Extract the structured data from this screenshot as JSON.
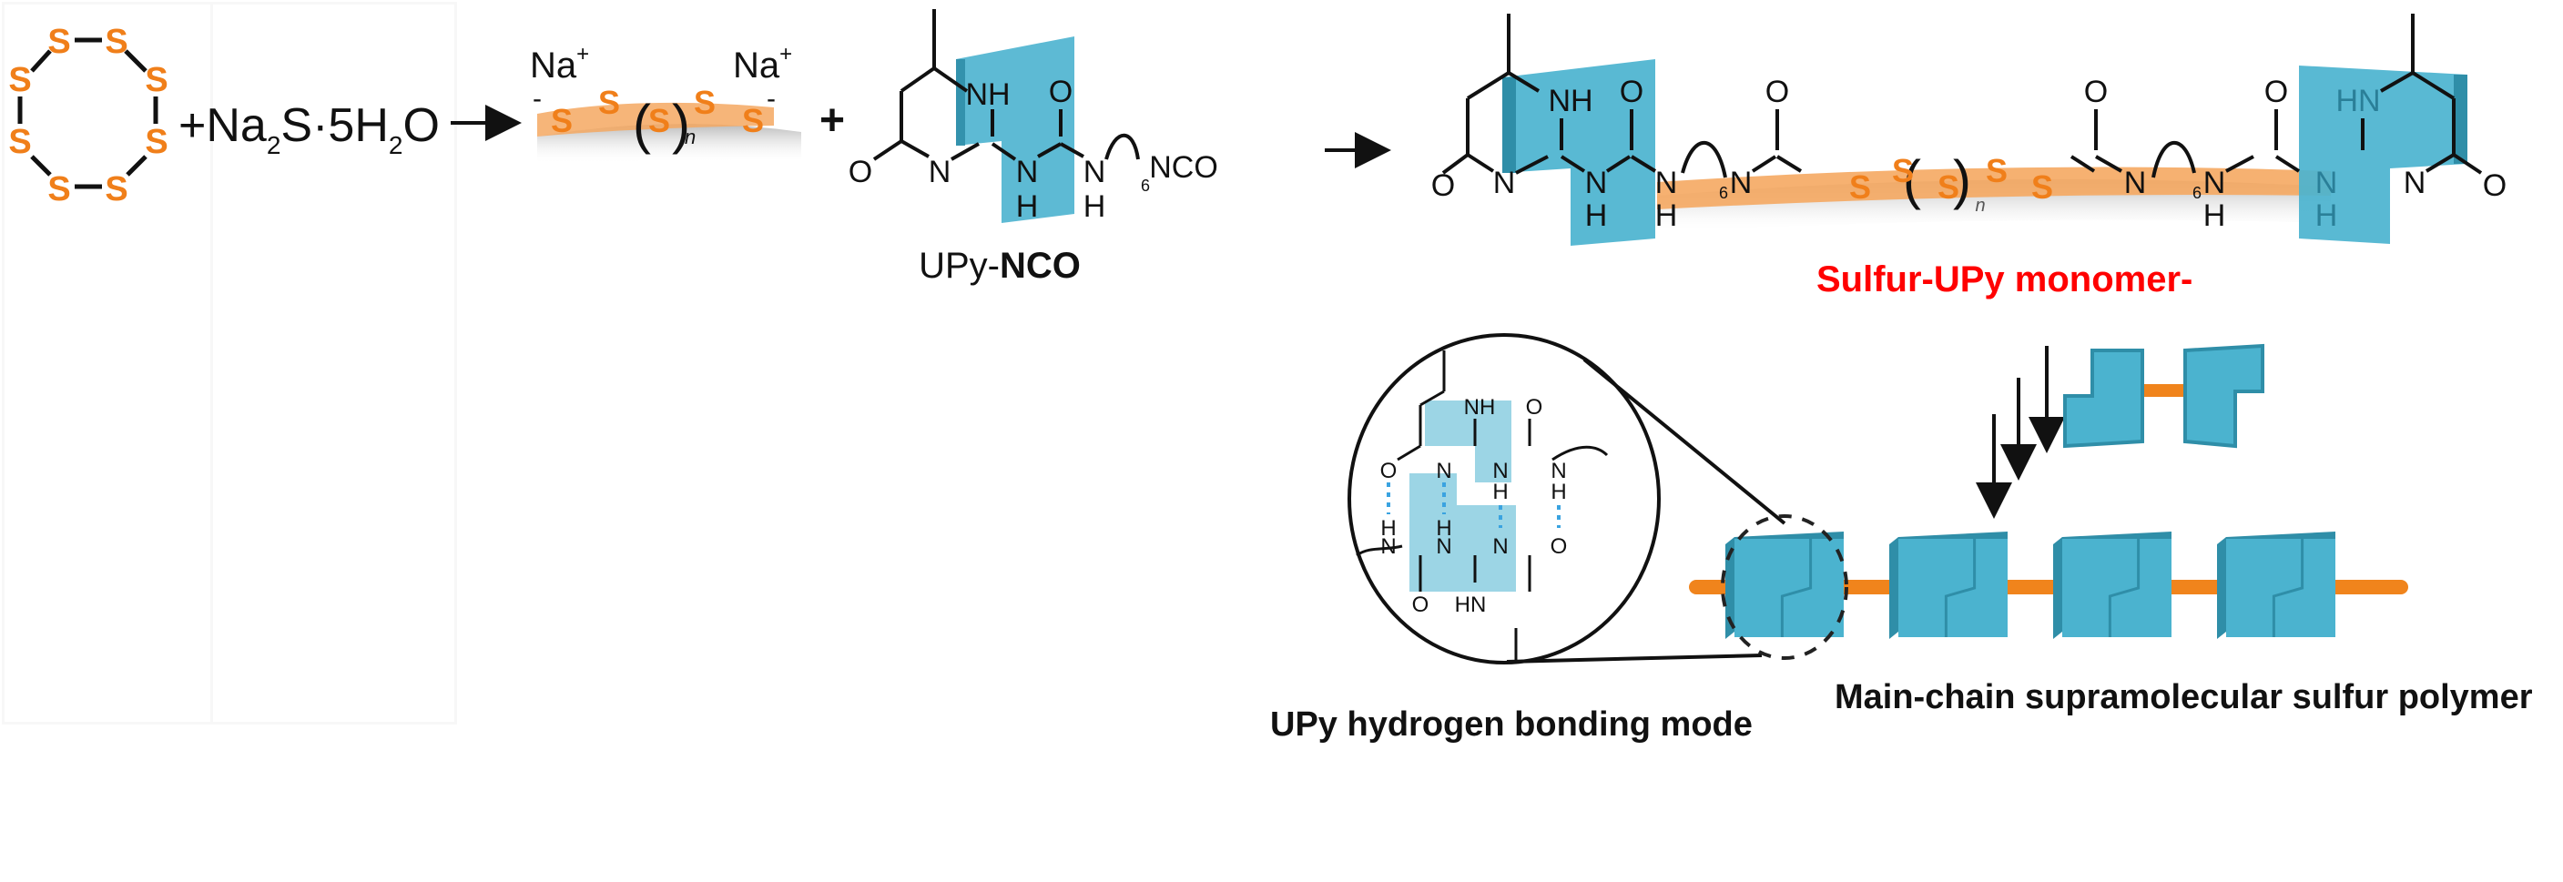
{
  "figure": {
    "reactants": {
      "sulfur_ring": {
        "atom": "S",
        "atom_count": 8
      },
      "reagent": {
        "prefix": "+Na",
        "sub1": "2",
        "mid": "S·5H",
        "sub2": "2",
        "suffix": "O"
      },
      "polysulfide": {
        "cation": "Na",
        "cation_charge": "+",
        "anion_charge": "-",
        "atom": "S",
        "repeat_subscript": "n"
      },
      "plus": "+",
      "upy_nco": {
        "atoms": {
          "nh": "NH",
          "o": "O",
          "n": "N",
          "h": "H",
          "nco": "NCO",
          "chain_subscript": "6"
        },
        "label_prefix": "UPy-",
        "label_suffix": "NCO"
      }
    },
    "product": {
      "atoms": {
        "nh": "NH",
        "hn": "HN",
        "o": "O",
        "n": "N",
        "h": "H",
        "s": "S",
        "chain_subscript": "6",
        "repeat_subscript": "n"
      },
      "label": "Sulfur-UPy monomer-"
    },
    "hydrogen_bonding": {
      "atoms": {
        "nh": "NH",
        "hn": "HN",
        "o": "O",
        "n": "N",
        "h": "H"
      },
      "label": "UPy hydrogen bonding mode"
    },
    "polymer": {
      "block_count": 4,
      "label": "Main-chain supramolecular sulfur polymer"
    },
    "colors": {
      "sulfur": "#f07f1a",
      "upy_block": "#4bb3cf",
      "upy_block_dark": "#2f8ea8",
      "linker": "#f0841c",
      "label_red": "#ff0000",
      "hbond": "#3aa3e0"
    }
  }
}
